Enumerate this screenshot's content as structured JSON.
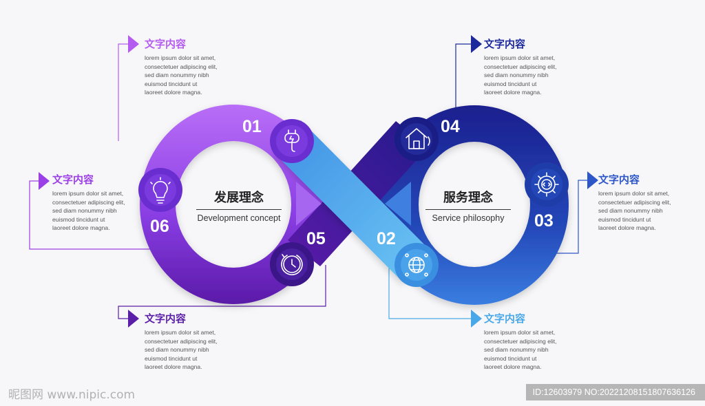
{
  "center_left": {
    "title": "发展理念",
    "subtitle": "Development concept"
  },
  "center_right": {
    "title": "服务理念",
    "subtitle": "Service philosophy"
  },
  "steps": [
    {
      "number": "01",
      "icon": "plug-icon",
      "title": "文字内容",
      "title_color": "#b45cf0",
      "body": "lorem ipsum dolor sit amet,\nconsectetuer adipiscing elit,\nsed diam nonummy nibh\neuismod tincidunt ut\nlaoreet dolore magna."
    },
    {
      "number": "02",
      "icon": "globe-network-icon",
      "title": "文字内容",
      "title_color": "#4aa8e8",
      "body": "lorem ipsum dolor sit amet,\nconsectetuer adipiscing elit,\nsed diam nonummy nibh\neuismod tincidunt ut\nlaoreet dolore magna."
    },
    {
      "number": "03",
      "icon": "gear-code-icon",
      "title": "文字内容",
      "title_color": "#2d56c8",
      "body": "lorem ipsum dolor sit amet,\nconsectetuer adipiscing elit,\nsed diam nonummy nibh\neuismod tincidunt ut\nlaoreet dolore magna."
    },
    {
      "number": "04",
      "icon": "house-icon",
      "title": "文字内容",
      "title_color": "#1d2a9c",
      "body": "lorem ipsum dolor sit amet,\nconsectetuer adipiscing elit,\nsed diam nonummy nibh\neuismod tincidunt ut\nlaoreet dolore magna."
    },
    {
      "number": "05",
      "icon": "clock-dial-icon",
      "title": "文字内容",
      "title_color": "#5a1ea8",
      "body": "lorem ipsum dolor sit amet,\nconsectetuer adipiscing elit,\nsed diam nonummy nibh\neuismod tincidunt ut\nlaoreet dolore magna."
    },
    {
      "number": "06",
      "icon": "lightbulb-icon",
      "title": "文字内容",
      "title_color": "#9b3fe6",
      "body": "lorem ipsum dolor sit amet,\nconsectetuer adipiscing elit,\nsed diam nonummy nibh\neuismod tincidunt ut\nlaoreet dolore magna."
    }
  ],
  "watermark": {
    "left": "昵图网 www.nipic.com",
    "right": "ID:12603979 NO:20221208151807636126"
  }
}
